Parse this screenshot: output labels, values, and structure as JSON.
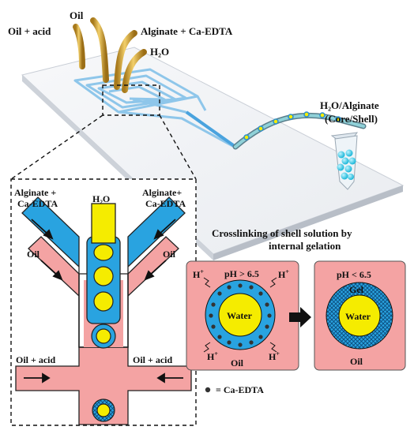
{
  "chip": {
    "inlet_oil_acid": "Oil + acid",
    "inlet_oil": "Oil",
    "inlet_alginate": "Alginate + Ca-EDTA",
    "inlet_water": "H₂O",
    "outlet_label_line1": "H₂O/Alginate",
    "outlet_label_line2": "(Core/Shell)"
  },
  "zoom": {
    "alginate_left_line1": "Alginate +",
    "alginate_left_line2": "Ca-EDTA",
    "water": "H₂O",
    "alginate_right_line1": "Alginate+",
    "alginate_right_line2": "Ca-EDTA",
    "oil_left": "Oil",
    "oil_right": "Oil",
    "oil_acid_left": "Oil + acid",
    "oil_acid_right": "Oil + acid"
  },
  "gelation": {
    "title_line1": "Crosslinking of shell solution by",
    "title_line2": "internal gelation",
    "left_ph": "pH > 6.5",
    "h_plus": "H",
    "h_plus_sup": "+",
    "left_core": "Water",
    "left_oil": "Oil",
    "right_ph": "pH < 6.5",
    "right_gel": "Gel",
    "right_core": "Water",
    "right_oil": "Oil",
    "legend": "= Ca-EDTA"
  },
  "colors": {
    "oil": "#f4a3a3",
    "alginate": "#29a3e0",
    "water": "#f5ec00",
    "tube": "#d9a93a",
    "channel": "#8ec6ea"
  }
}
